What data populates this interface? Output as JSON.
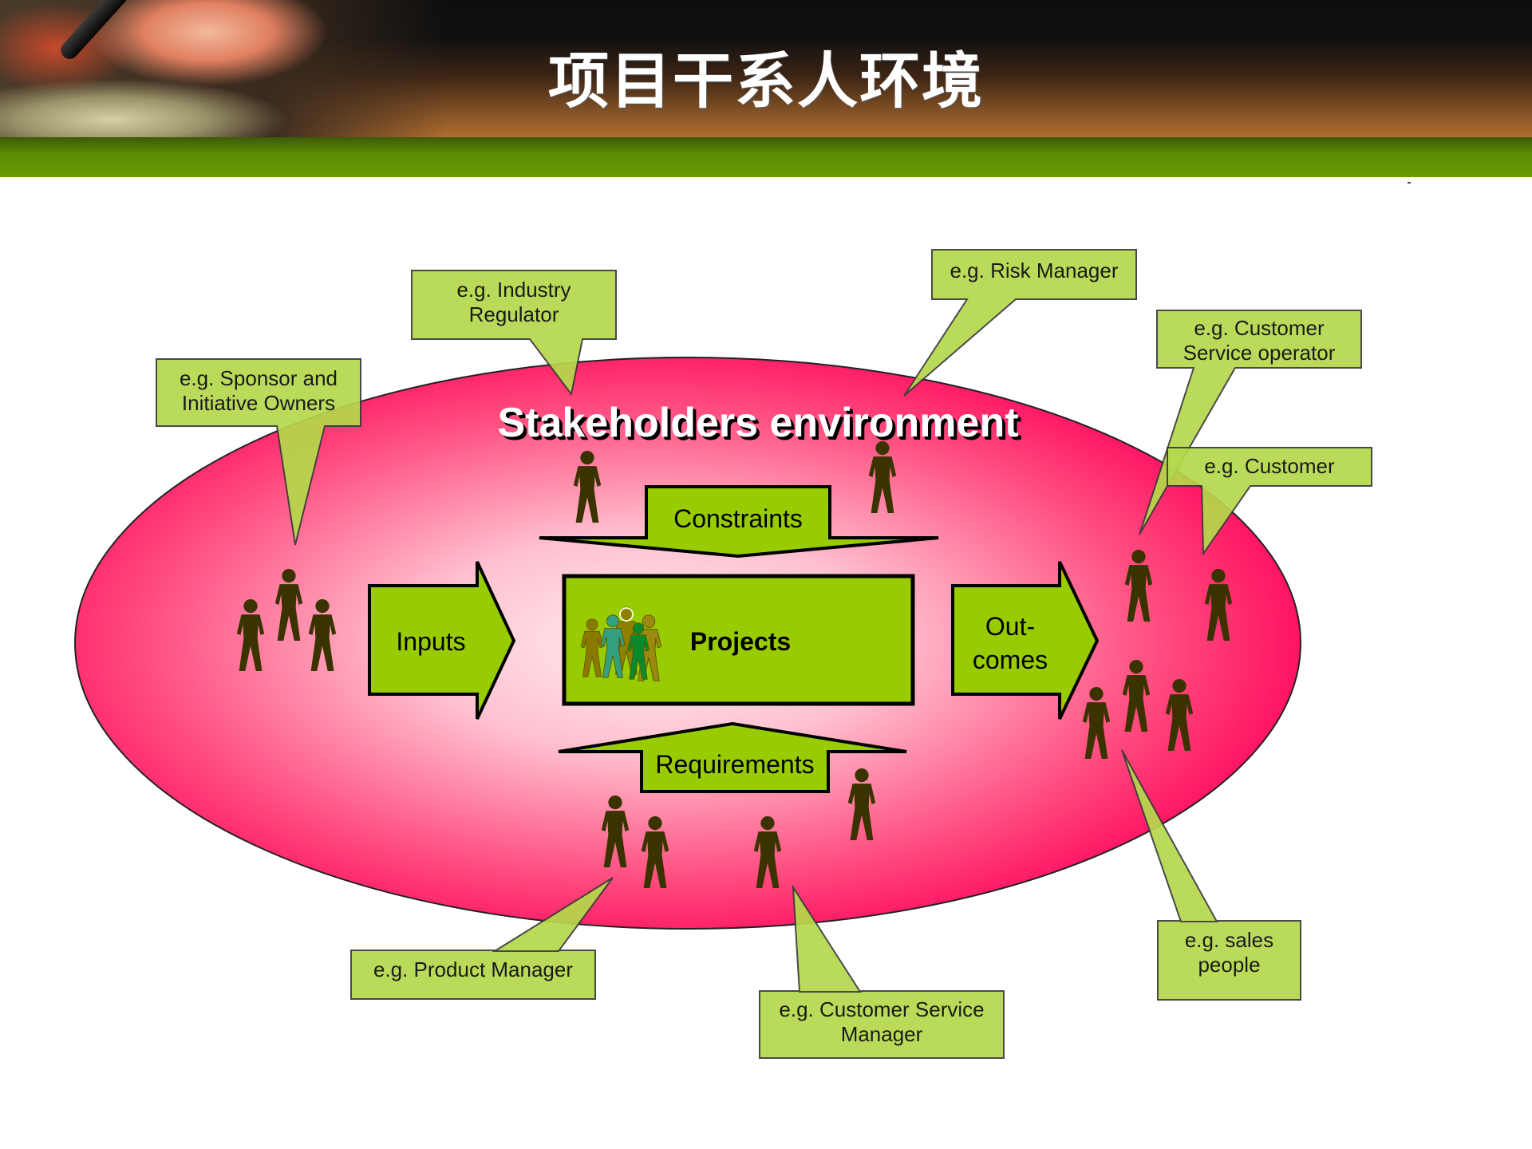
{
  "header": {
    "title": "项目干系人环境"
  },
  "diagram": {
    "environment_title": "Stakeholders environment",
    "center_box": {
      "label": "Projects",
      "icon": "people-group-icon"
    },
    "arrows": {
      "inputs": "Inputs",
      "outcomes_line1": "Out-",
      "outcomes_line2": "comes",
      "constraints": "Constraints",
      "requirements": "Requirements"
    },
    "callouts": [
      {
        "id": "sponsor",
        "line1": "e.g. Sponsor and",
        "line2": "Initiative Owners"
      },
      {
        "id": "regulator",
        "line1": "e.g. Industry",
        "line2": "Regulator"
      },
      {
        "id": "risk",
        "line1": "e.g. Risk Manager",
        "line2": ""
      },
      {
        "id": "cs-operator",
        "line1": "e.g. Customer",
        "line2": "Service operator"
      },
      {
        "id": "customer",
        "line1": "e.g. Customer",
        "line2": ""
      },
      {
        "id": "product-manager",
        "line1": "e.g. Product Manager",
        "line2": ""
      },
      {
        "id": "cs-manager",
        "line1": "e.g. Customer Service",
        "line2": "Manager"
      },
      {
        "id": "sales",
        "line1": "e.g. sales",
        "line2": "people"
      }
    ],
    "colors": {
      "ellipse_edge": "#ff0a5e",
      "ellipse_center": "#ffe8ee",
      "arrow_fill": "#99cc00",
      "callout_fill": "#b5d94b",
      "person": "#3a3300",
      "header_green": "#689d02"
    }
  }
}
